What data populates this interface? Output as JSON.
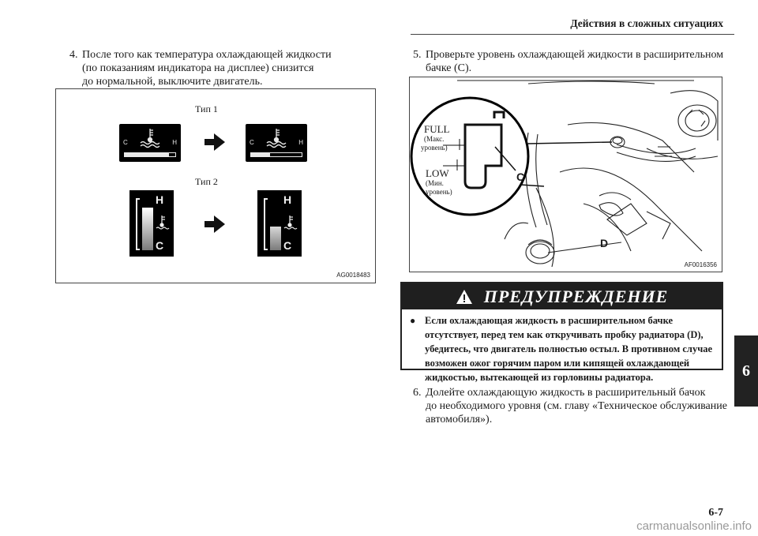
{
  "header": {
    "title": "Действия в сложных ситуациях"
  },
  "side_tab": "6",
  "page_number": "6-7",
  "watermark": "carmanualsonline.info",
  "step4": {
    "num": "4.",
    "lines": [
      "После того как температура охлаждающей жидкости",
      "(по показаниям индикатора на дисплее) снизится",
      "до нормальной, выключите двигатель."
    ]
  },
  "figure_left": {
    "type1_label": "Тип 1",
    "type2_label": "Тип 2",
    "gauge_c": "C",
    "gauge_h": "H",
    "bar_h": "H",
    "bar_c": "C",
    "code": "AG0018483"
  },
  "step5": {
    "num": "5.",
    "lines": [
      "Проверьте уровень охлаждающей жидкости в расширительном",
      "бачке (C)."
    ]
  },
  "figure_right": {
    "full_label": "FULL",
    "full_sub1": "(Макс.",
    "full_sub2": "уровень)",
    "low_label": "LOW",
    "low_sub1": "(Мин.",
    "low_sub2": "уровень)",
    "callout_c": "C",
    "callout_d": "D",
    "code": "AF0016356"
  },
  "warning": {
    "title": "ПРЕДУПРЕЖДЕНИЕ",
    "lines": [
      "Если охлаждающая жидкость в расширительном бачке",
      "отсутствует, перед тем как откручивать пробку радиатора (D),",
      "убедитесь, что двигатель полностью остыл. В противном случае",
      "возможен ожог горячим паром или кипящей охлаждающей",
      "жидкостью, вытекающей из горловины радиатора."
    ]
  },
  "step6": {
    "num": "6.",
    "lines": [
      "Долейте охлаждающую жидкость в расширительный бачок",
      "до необходимого уровня (см. главу «Техническое обслуживание",
      "автомобиля»)."
    ]
  },
  "gauge_levels": {
    "type1_before": 0.88,
    "type1_after": 0.38,
    "type2_before": 0.82,
    "type2_after": 0.45
  }
}
